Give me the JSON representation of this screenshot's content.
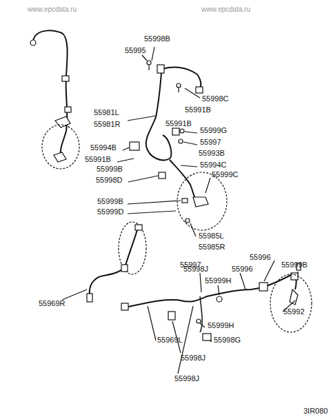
{
  "diagram": {
    "labels": [
      "www.epcdata.ru",
      "www.epcdata.ru",
      "55998B",
      "55995",
      "55998C",
      "55991B",
      "55981L",
      "55981R",
      "55991B",
      "55999G",
      "55997",
      "55994B",
      "55993B",
      "55991B",
      "55994C",
      "55999B",
      "55999C",
      "55998D",
      "55999B",
      "55999D",
      "55985L",
      "55985R",
      "55996",
      "55997",
      "55999B",
      "55998J",
      "55996",
      "55999H",
      "55969R",
      "55992",
      "55999H",
      "55969L",
      "55998G",
      "55998J",
      "55998J",
      "3IR080"
    ]
  }
}
